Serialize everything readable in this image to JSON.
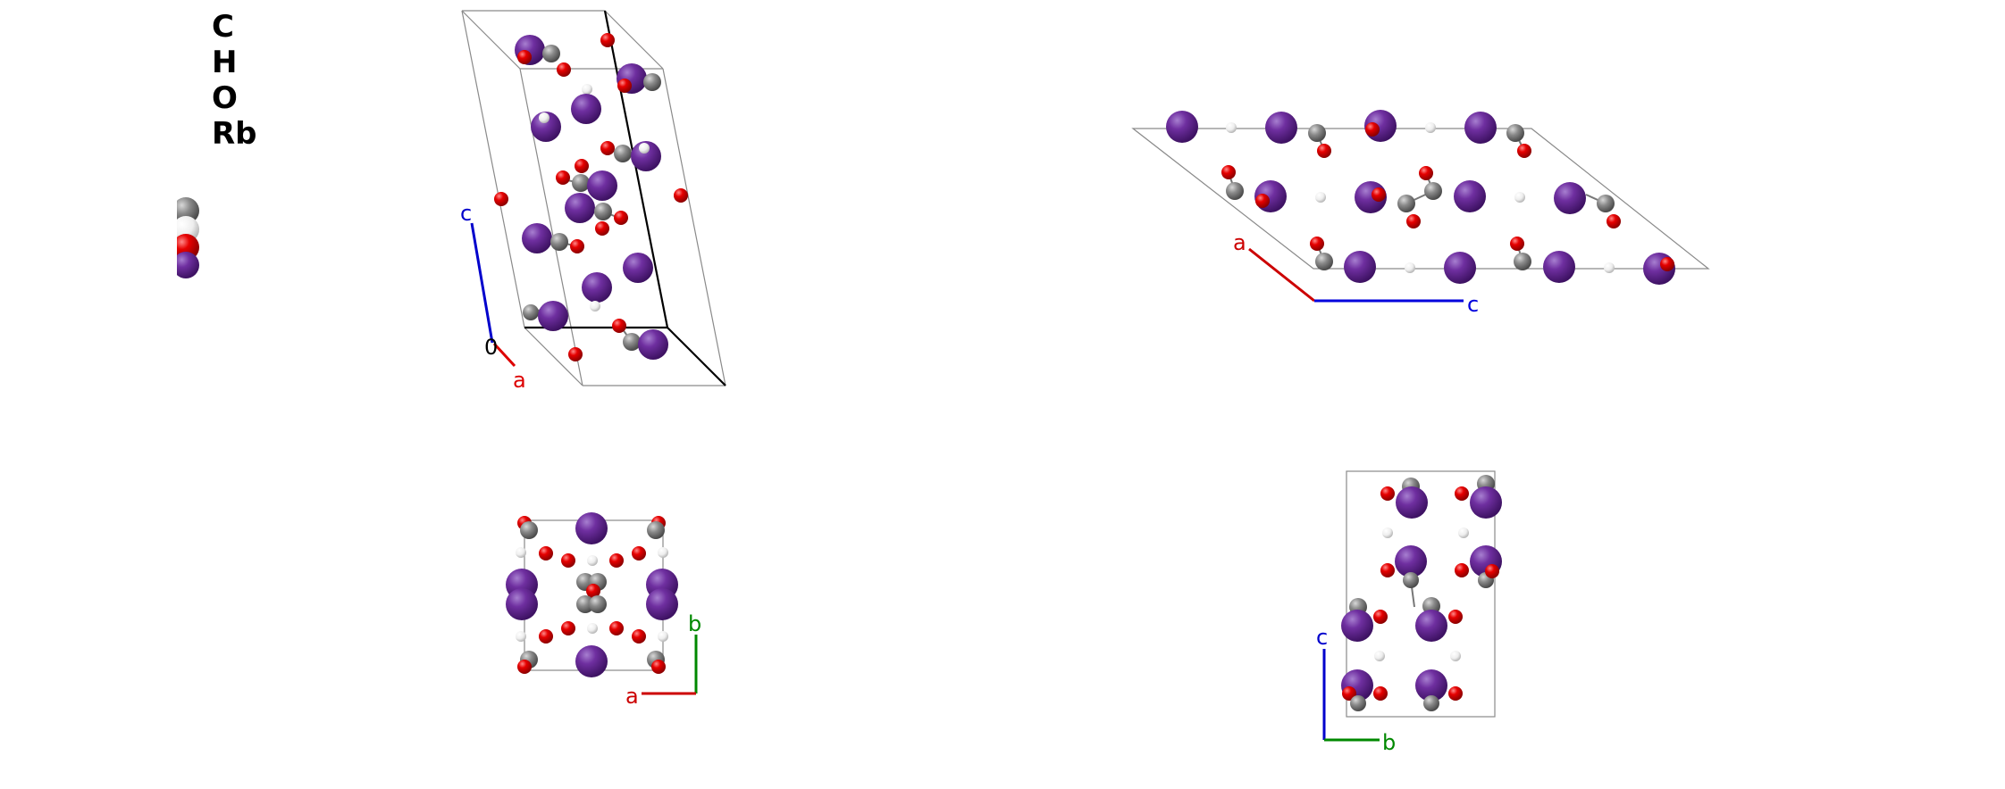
{
  "legend": {
    "elements": [
      "C",
      "H",
      "O",
      "Rb"
    ],
    "colors": {
      "C": "#808080",
      "H": "#f2f2f2",
      "O": "#e00000",
      "Rb": "#6f2fa0"
    }
  },
  "views": [
    {
      "name": "perspective",
      "axes": {
        "labels": [
          "c",
          "0",
          "a"
        ],
        "colors": [
          "#0000cc",
          "#000000",
          "#dd0000"
        ]
      }
    },
    {
      "name": "top-right-view",
      "axes": {
        "labels": [
          "a",
          "c"
        ],
        "colors": [
          "#cc0000",
          "#0000dd"
        ]
      }
    },
    {
      "name": "bottom-left-view",
      "axes": {
        "labels": [
          "b",
          "a"
        ],
        "colors": [
          "#008800",
          "#cc0000"
        ]
      }
    },
    {
      "name": "bottom-right-view",
      "axes": {
        "labels": [
          "c",
          "b"
        ],
        "colors": [
          "#0000cc",
          "#008800"
        ]
      }
    }
  ]
}
